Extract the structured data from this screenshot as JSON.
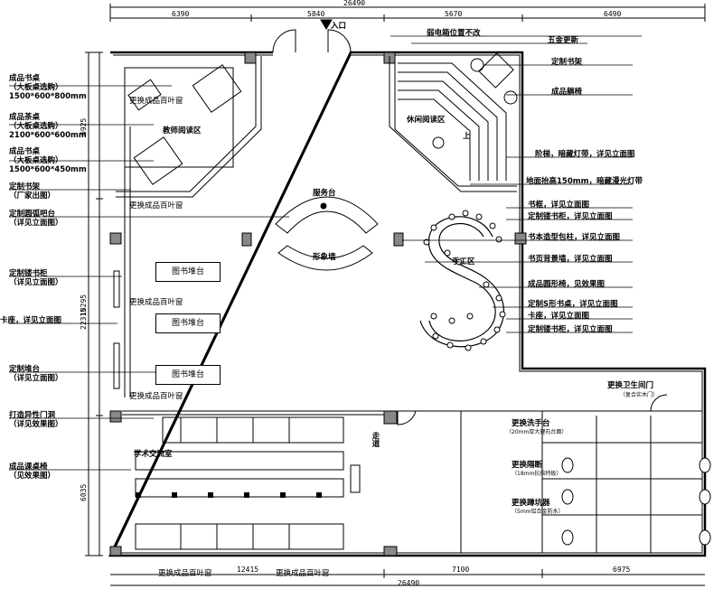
{
  "dimensions": {
    "top_total": "26490",
    "top": [
      "6390",
      "5840",
      "5670",
      "6490"
    ],
    "bottom": [
      "12415",
      "7100",
      "6975"
    ],
    "bottom_total": "26490",
    "left_total": "22315",
    "left": [
      "6925",
      "10295",
      "6035"
    ]
  },
  "entrance": "入口",
  "rooms": {
    "teacher_reading": "教师阅读区",
    "leisure_reading": "休闲阅读区",
    "service_desk": "服务台",
    "image_wall": "形象墙",
    "craft_area": "手工区",
    "book_platform": "图书堆台",
    "exchange_room": "学术交流室",
    "corridor": "走道"
  },
  "stair_up": "上",
  "annotations_left": [
    {
      "line1": "成品书桌",
      "line2": "（大板桌选购）",
      "line3": "1500*600*800mm"
    },
    {
      "line1": "成品茶桌",
      "line2": "（大板桌选购）",
      "line3": "2100*600*600mm"
    },
    {
      "line1": "成品书桌",
      "line2": "（大板桌选购）",
      "line3": "1500*600*450mm"
    },
    {
      "line1": "定制书架",
      "line2": "（厂家出图）"
    },
    {
      "line1": "定制圆弧吧台",
      "line2": "（详见立面图）"
    },
    {
      "line1": "定制镂书柜",
      "line2": "（详见立面图）"
    },
    {
      "line1": "卡座，详见立面图"
    },
    {
      "line1": "定制堆台",
      "line2": "（详见立面图）"
    },
    {
      "line1": "打造异性门洞",
      "line2": "（详见效果图）"
    },
    {
      "line1": "成品课桌椅",
      "line2": "（见效果图）"
    }
  ],
  "annotations_right": [
    "弱电箱位置不改",
    "五金更新",
    "定制书架",
    "成品躺椅",
    "阶梯，暗藏灯带，详见立面图",
    "地面抬高150mm，暗藏漫光灯带",
    "书框，详见立面图",
    "定制镂书柜，详见立面图",
    "书本造型包柱，详见立面图",
    "书页背景墙，详见立面图",
    "成品圆形椅，见效果图",
    "定制S形书桌，详见立面图",
    "卡座，详见立面图",
    "定制镂书柜，详见立面图"
  ],
  "inner_labels": {
    "louver_window": "更换成品百叶窗",
    "toilet_door": "更换卫生间门",
    "toilet_door_note": "（复合实木门）",
    "wash_basin": "更换洗手台",
    "wash_basin_note": "（20mm厚大理石台面）",
    "partition": "更换隔断",
    "partition_note": "（18mm抗倍特板）",
    "urinal": "更换蹲坑器",
    "urinal_note": "（5mm铝合金防水）"
  }
}
